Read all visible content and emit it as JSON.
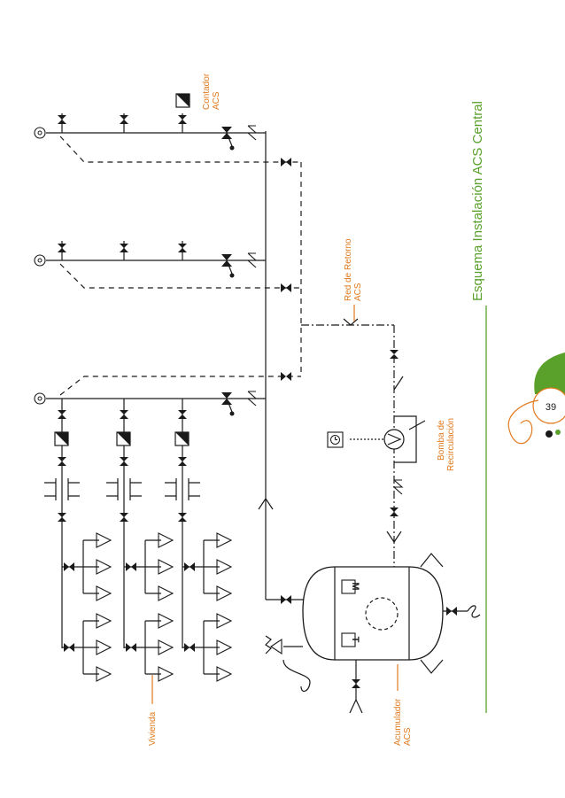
{
  "title": "Esquema Instalación ACS Central",
  "page_number": "39",
  "labels": {
    "contador": [
      "Contador",
      "ACS"
    ],
    "red_retorno": [
      "Red de Retorno",
      "ACS"
    ],
    "bomba": [
      "Bomba de",
      "Recirculación"
    ],
    "vivienda": "Vivienda",
    "acumulador": [
      "Acumulador",
      "ACS"
    ]
  },
  "tank_letters": {
    "motor": "M",
    "thermostat": "T"
  },
  "colors": {
    "accent": "#e07a1e",
    "brand": "#5aa12b",
    "line": "#1a1a1a"
  }
}
